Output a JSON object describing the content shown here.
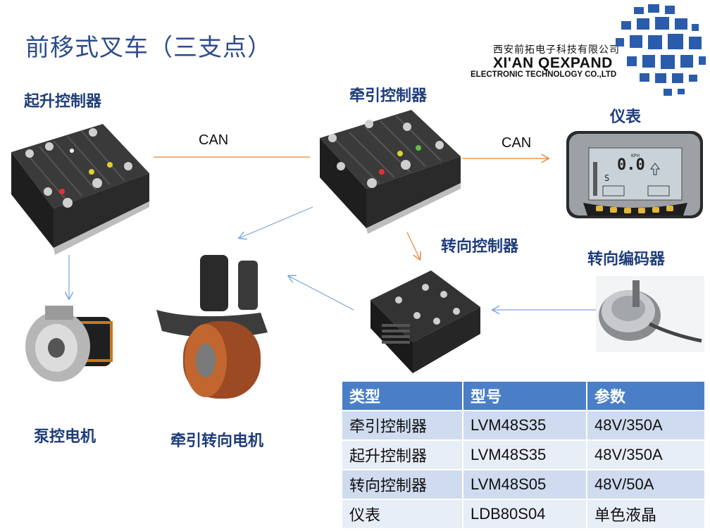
{
  "title": "前移式叉车（三支点）",
  "company": {
    "name_cn": "西安前拓电子科技有限公司",
    "name_en": "XI'AN QEXPAND",
    "name_en2": "ELECTRONIC TECHNOLOGY CO.,LTD"
  },
  "labels": {
    "lift_controller": "起升控制器",
    "traction_controller": "牵引控制器",
    "meter": "仪表",
    "steering_controller": "转向控制器",
    "steering_encoder": "转向编码器",
    "pump_motor": "泵控电机",
    "traction_steering_motor": "牵引转向电机",
    "can_1": "CAN",
    "can_2": "CAN"
  },
  "meter_display": {
    "speed": "0.0",
    "unit": "KPH",
    "gear": "S"
  },
  "table": {
    "headers": [
      "类型",
      "型号",
      "参数"
    ],
    "rows": [
      [
        "牵引控制器",
        "LVM48S35",
        "48V/350A"
      ],
      [
        "起升控制器",
        "LVM48S35",
        "48V/350A"
      ],
      [
        "转向控制器",
        "LVM48S05",
        "48V/50A"
      ],
      [
        "仪表",
        "LDB80S04",
        "单色液晶"
      ]
    ]
  },
  "colors": {
    "title": "#2d4d8c",
    "label": "#1f3d7a",
    "arrow_orange": "#e8853a",
    "arrow_blue": "#7aa5d6",
    "table_header": "#4a7fc8"
  }
}
